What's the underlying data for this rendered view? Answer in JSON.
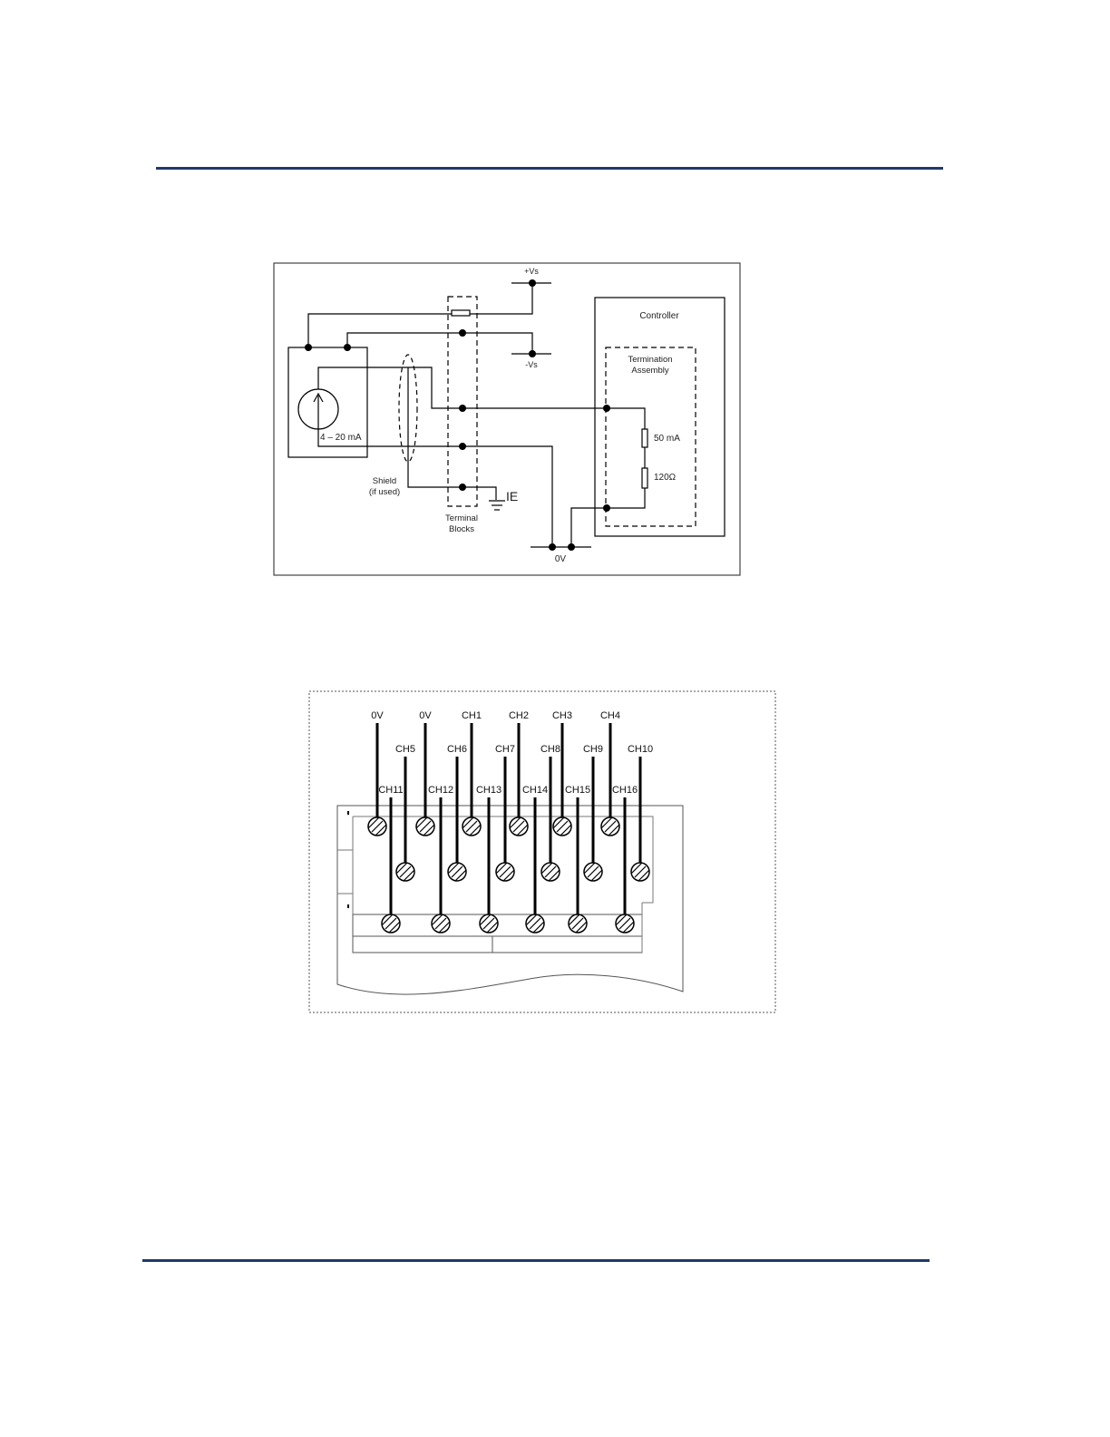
{
  "wiring_diagram": {
    "supply_positive": "+Vs",
    "supply_negative": "-Vs",
    "controller": "Controller",
    "termination_assembly": [
      "Termination",
      "Assembly"
    ],
    "fuse_rating": "50 mA",
    "resistor": "120Ω",
    "source": "4 – 20 mA",
    "shield": [
      "Shield",
      "(if used)"
    ],
    "terminal_blocks": [
      "Terminal",
      "Blocks"
    ],
    "earth": "IE",
    "zero_volt": "0V"
  },
  "terminal_diagram": {
    "top_row": [
      "0V",
      "0V",
      "CH1",
      "CH2",
      "CH3",
      "CH4"
    ],
    "middle_row": [
      "CH5",
      "CH6",
      "CH7",
      "CH8",
      "CH9",
      "CH10"
    ],
    "bottom_row": [
      "CH11",
      "CH12",
      "CH13",
      "CH14",
      "CH15",
      "CH16"
    ]
  }
}
